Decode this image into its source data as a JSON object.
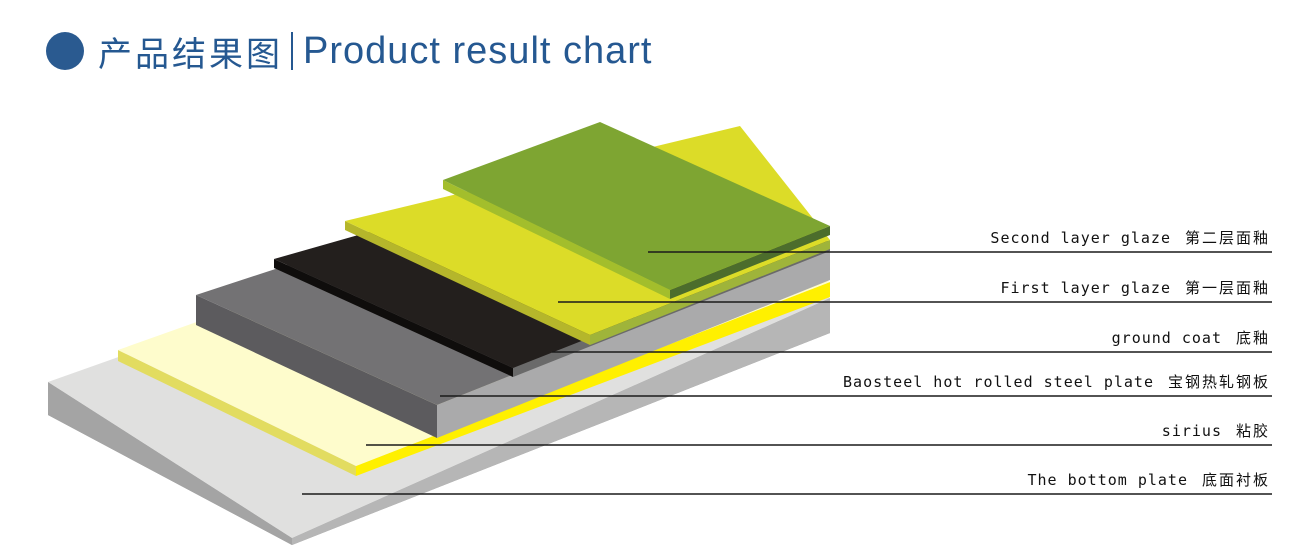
{
  "header": {
    "title_zh": "产品结果图",
    "title_en": "Product result chart",
    "accent_color": "#255891"
  },
  "layers": [
    {
      "en": "Second layer glaze",
      "zh": "第二层面釉",
      "color": "#7ea532"
    },
    {
      "en": "First layer glaze",
      "zh": "第一层面釉",
      "color": "#dada28"
    },
    {
      "en": "ground coat",
      "zh": "底釉",
      "color": "#231f1d"
    },
    {
      "en": "Baosteel hot rolled steel plate",
      "zh": "宝钢热轧钢板",
      "color": "#7a797b"
    },
    {
      "en": "sirius",
      "zh": "粘胶",
      "color": "#fef000"
    },
    {
      "en": "The bottom plate",
      "zh": "底面衬板",
      "color": "#dcdcdc"
    }
  ]
}
